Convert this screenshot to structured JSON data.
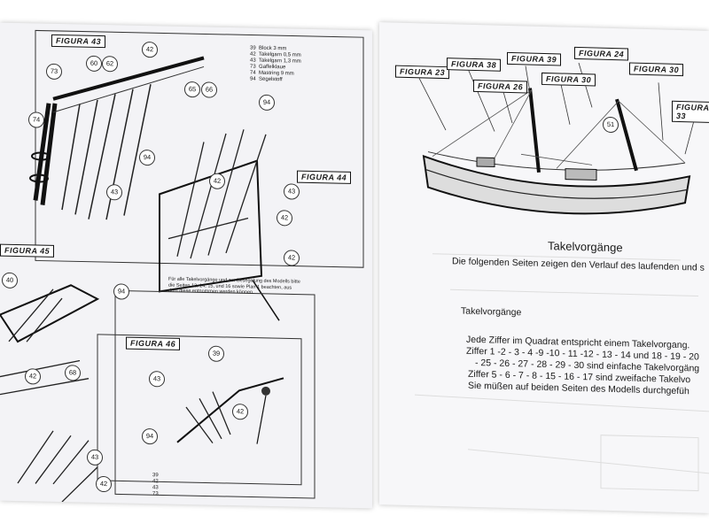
{
  "left_page": {
    "figures": [
      "FIGURA 43",
      "FIGURA 44",
      "FIGURA 45",
      "FIGURA 46"
    ],
    "callouts": {
      "f43": [
        "42",
        "73",
        "60",
        "62",
        "65",
        "66",
        "74",
        "94",
        "43"
      ],
      "f44": [
        "94",
        "42",
        "43",
        "42",
        "42"
      ],
      "f45": [
        "40",
        "94",
        "42",
        "68",
        "43",
        "42"
      ],
      "f46": [
        "39",
        "43",
        "42",
        "94"
      ]
    },
    "legend": [
      {
        "num": "39",
        "text": "Block 3 mm"
      },
      {
        "num": "42",
        "text": "Takelgarn 0,5 mm"
      },
      {
        "num": "43",
        "text": "Takelgarn 1,3 mm"
      },
      {
        "num": "73",
        "text": "Gaffelklaue"
      },
      {
        "num": "74",
        "text": "Mastring 9 mm"
      },
      {
        "num": "94",
        "text": "Segelstoff"
      }
    ],
    "note": "Für alle Takelvorgänge und zur Besegelung des Modells bitte die Seiten 13, 14, 15, und 16 sowie Plan 1 beachten, aus dem diese entnommen werden können.",
    "bottom_numbers": [
      "39",
      "42",
      "43",
      "73"
    ]
  },
  "right_page": {
    "figures": [
      "FIGURA 23",
      "FIGURA 38",
      "FIGURA 39",
      "FIGURA 24",
      "FIGURA 26",
      "FIGURA 30",
      "FIGURA 30",
      "FIGURA 33"
    ],
    "callout": "51",
    "title": "Takelvorgänge",
    "subtitle": "Die folgenden Seiten zeigen den Verlauf des laufenden und s",
    "section_heading": "Takelvorgänge",
    "body_lines": [
      "Jede Ziffer im Quadrat entspricht einem Takelvorgang.",
      "Ziffer 1 -2 - 3 - 4 -9 -10 - 11 -12 - 13 - 14 und 18 - 19 - 20",
      "- 25 - 26 - 27 - 28 - 29 - 30 sind einfache Takelvorgäng",
      "Ziffer 5 - 6 - 7 - 8 - 15 - 16 - 17 sind zweifache Takelvo",
      "Sie müßen auf beiden Seiten des Modells durchgefüh"
    ]
  }
}
